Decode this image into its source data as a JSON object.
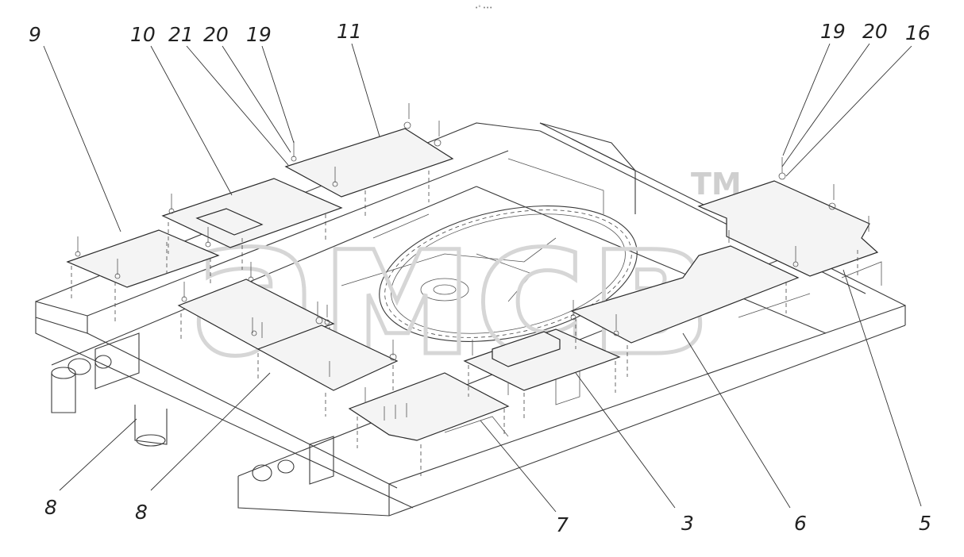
{
  "header_mark": "•° •••",
  "watermark": {
    "text": "aмсв",
    "tm": "TM"
  },
  "callouts": {
    "c9": "9",
    "c10": "10",
    "c21": "21",
    "c20a": "20",
    "c19a": "19",
    "c11": "11",
    "c19b": "19",
    "c20b": "20",
    "c16": "16",
    "c8a": "8",
    "c8b": "8",
    "c7": "7",
    "c3": "3",
    "c6": "6",
    "c5": "5"
  }
}
